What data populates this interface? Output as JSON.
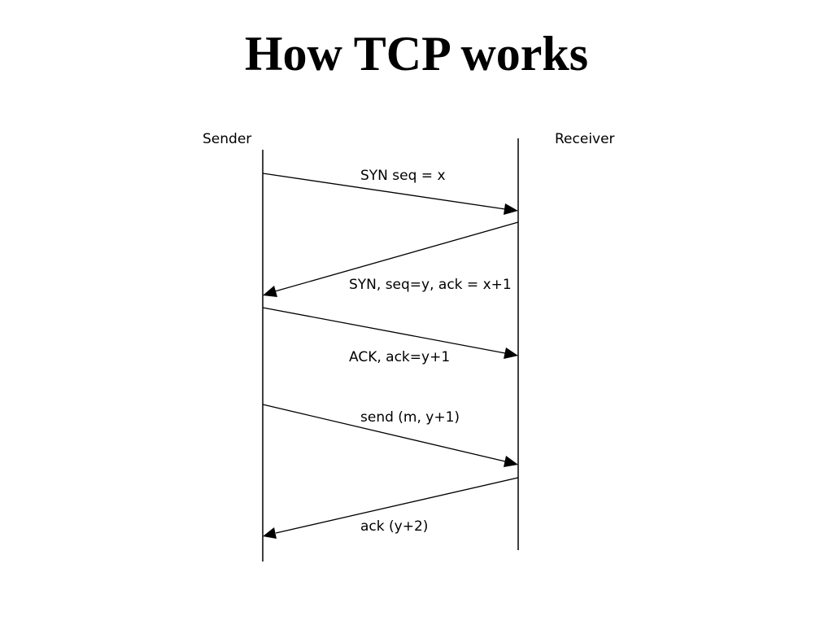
{
  "title": "How TCP works",
  "participants": {
    "sender": "Sender",
    "receiver": "Receiver"
  },
  "messages": [
    {
      "label": "SYN seq = x",
      "direction": "sender-to-receiver"
    },
    {
      "label": "SYN, seq=y, ack = x+1",
      "direction": "receiver-to-sender"
    },
    {
      "label": "ACK, ack=y+1",
      "direction": "sender-to-receiver"
    },
    {
      "label": "send (m, y+1)",
      "direction": "sender-to-receiver"
    },
    {
      "label": "ack (y+2)",
      "direction": "receiver-to-sender"
    }
  ]
}
